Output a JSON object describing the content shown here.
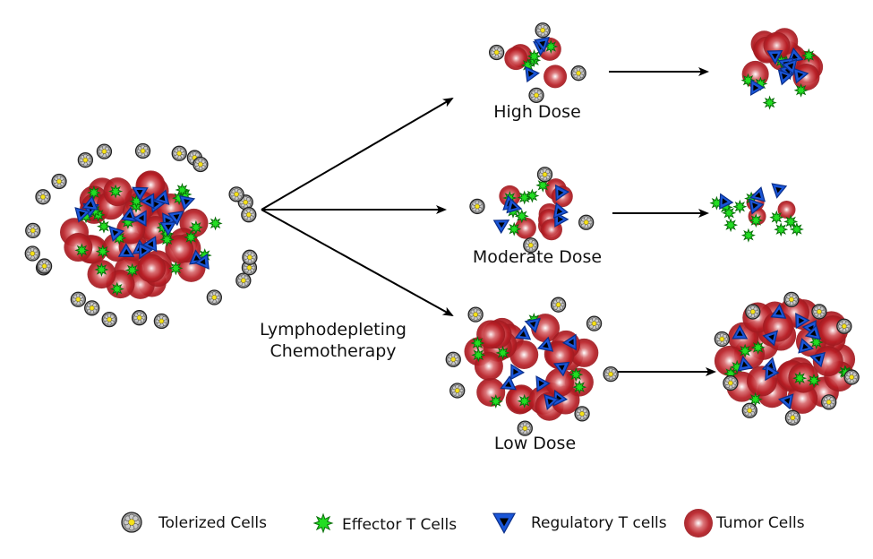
{
  "process_label_line1": "Lymphodepleting",
  "process_label_line2": "Chemotherapy",
  "branches": [
    {
      "id": "high",
      "label": "High Dose"
    },
    {
      "id": "moderate",
      "label": "Moderate Dose"
    },
    {
      "id": "low",
      "label": "Low Dose"
    }
  ],
  "legend": [
    {
      "id": "tolerized",
      "label": "Tolerized Cells",
      "icon": "tolerized-cell-icon"
    },
    {
      "id": "effector",
      "label": "Effector T Cells",
      "icon": "effector-t-cell-icon"
    },
    {
      "id": "regulatory",
      "label": "Regulatory T cells",
      "icon": "regulatory-t-cell-icon"
    },
    {
      "id": "tumor",
      "label": "Tumor Cells",
      "icon": "tumor-cell-icon"
    }
  ],
  "colors": {
    "tumor": "#b81d24",
    "effector": "#22dd22",
    "regulatory": "#1a56d8",
    "tolerized_fill": "#b8b8b8",
    "tolerized_core": "#f5e21a",
    "arrow": "#000000"
  }
}
